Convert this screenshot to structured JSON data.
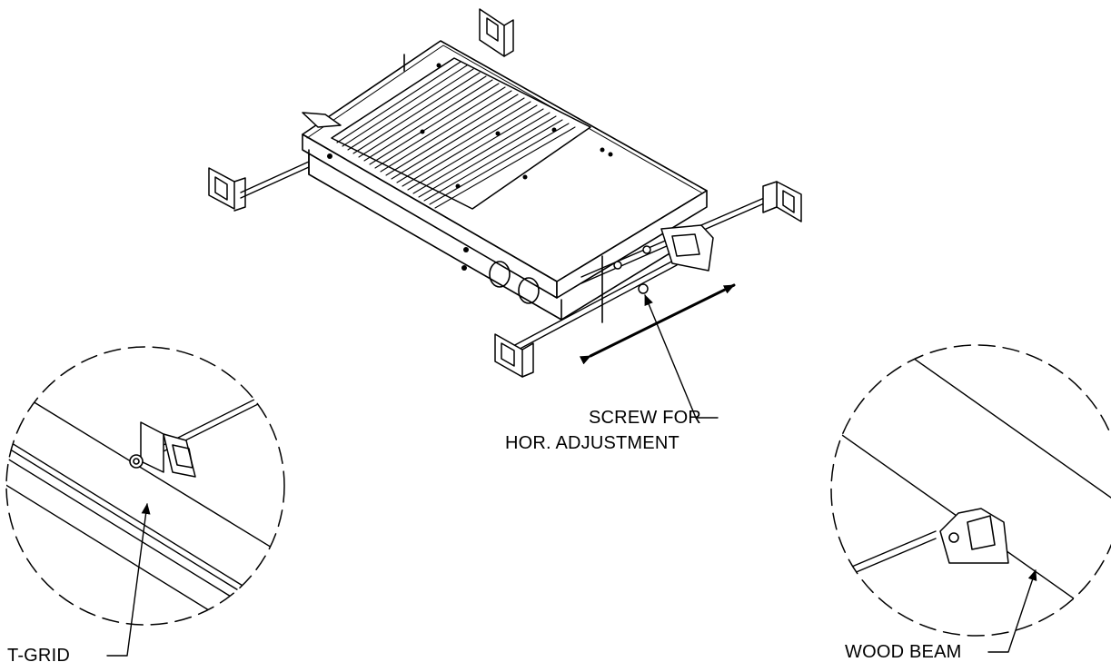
{
  "figure": {
    "callouts": {
      "screw_line1": "SCREW FOR",
      "screw_line2": "HOR. ADJUSTMENT",
      "t_grid": "T-GRID",
      "wood_beam": "WOOD BEAM"
    }
  }
}
